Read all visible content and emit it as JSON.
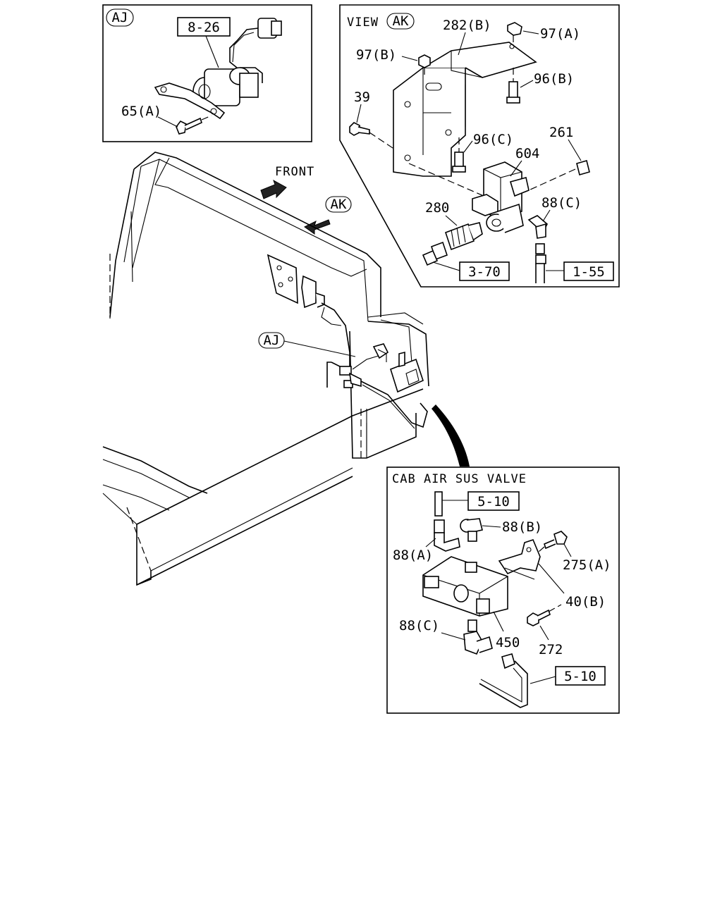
{
  "inset_aj": {
    "tag": "AJ",
    "ref_box": "8-26",
    "labels": {
      "bolt": "65(A)"
    }
  },
  "inset_ak": {
    "view_word": "VIEW",
    "tag": "AK",
    "labels": {
      "bracket": "282(B)",
      "nut_a": "97(A)",
      "nut_b": "97(B)",
      "bolt_96b": "96(B)",
      "bolt_39": "39",
      "bolt_96c": "96(C)",
      "valve": "604",
      "plug": "261",
      "fitting_280": "280",
      "elbow": "88(C)"
    },
    "ref_boxes": {
      "left": "3-70",
      "right": "1-55"
    }
  },
  "main_view": {
    "front_label": "FRONT",
    "ak_tag": "AK",
    "aj_tag": "AJ"
  },
  "inset_cab": {
    "title": "CAB AIR SUS VALVE",
    "labels": {
      "elbow_b": "88(B)",
      "elbow_a": "88(A)",
      "bolt_275a": "275(A)",
      "bracket_40b": "40(B)",
      "valve_450": "450",
      "elbow_c": "88(C)",
      "bolt_272": "272"
    },
    "ref_boxes": {
      "top": "5-10",
      "bottom": "5-10"
    }
  }
}
